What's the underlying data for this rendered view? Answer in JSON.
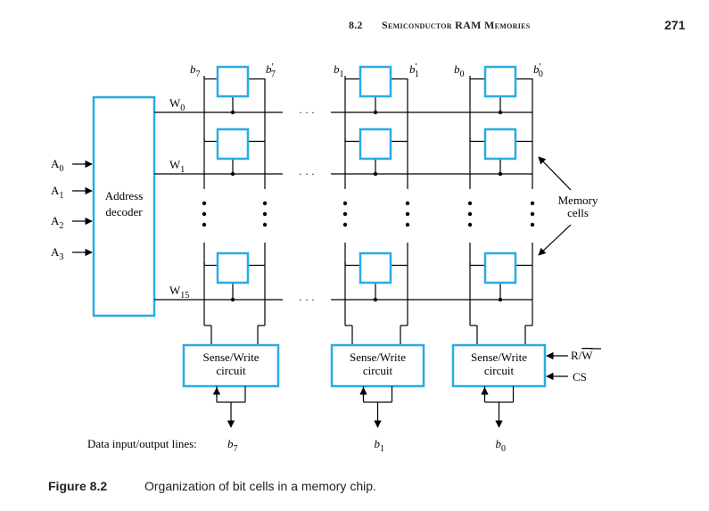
{
  "header": {
    "section": "8.2",
    "title": "Semiconductor RAM Memories",
    "page_number": "271"
  },
  "decoder": {
    "label_line1": "Address",
    "label_line2": "decoder",
    "inputs": [
      {
        "base": "A",
        "sub": "0"
      },
      {
        "base": "A",
        "sub": "1"
      },
      {
        "base": "A",
        "sub": "2"
      },
      {
        "base": "A",
        "sub": "3"
      }
    ]
  },
  "word_lines": [
    {
      "base": "W",
      "sub": "0"
    },
    {
      "base": "W",
      "sub": "1"
    },
    {
      "base": "W",
      "sub": "15"
    }
  ],
  "bit_lines": [
    {
      "base": "b",
      "sub": "7",
      "prime": false
    },
    {
      "base": "b",
      "sub": "7",
      "prime": true
    },
    {
      "base": "b",
      "sub": "1",
      "prime": false
    },
    {
      "base": "b",
      "sub": "1",
      "prime": true
    },
    {
      "base": "b",
      "sub": "0",
      "prime": false
    },
    {
      "base": "b",
      "sub": "0",
      "prime": true
    }
  ],
  "sense_write": {
    "line1": "Sense/Write",
    "line2": "circuit"
  },
  "control": {
    "rw_prefix": "R/",
    "rw_over": "W",
    "cs": "CS"
  },
  "memory_cells": {
    "line1": "Memory",
    "line2": "cells"
  },
  "data_io": {
    "label": "Data input/output lines:",
    "lines": [
      {
        "base": "b",
        "sub": "7"
      },
      {
        "base": "b",
        "sub": "1"
      },
      {
        "base": "b",
        "sub": "0"
      }
    ]
  },
  "ellipsis": "· · ·",
  "caption": {
    "label": "Figure 8.2",
    "text": "Organization of bit cells in a memory chip."
  },
  "colors": {
    "accent": "#29ABE2",
    "line": "#000000"
  }
}
